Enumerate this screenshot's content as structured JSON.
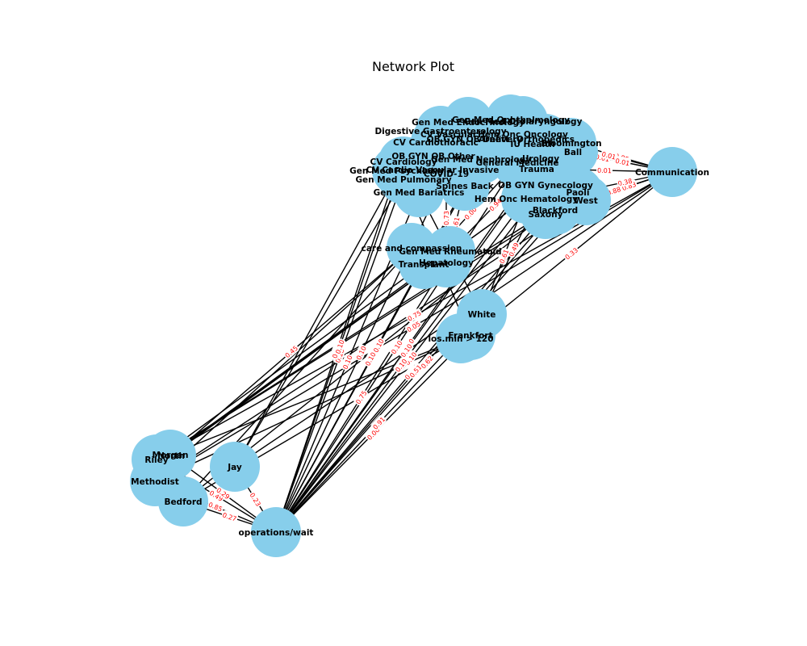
{
  "title": "Network Plot",
  "colors": {
    "node": "#87ceeb",
    "edge": "#000000",
    "edge_label": "#ff0000",
    "node_label": "#000000"
  },
  "nodes": [
    {
      "id": "Communication",
      "label": "Communication",
      "group": "right"
    },
    {
      "id": "operations/wait",
      "label": "operations/wait",
      "group": "bottom"
    },
    {
      "id": "Jay",
      "label": "Jay",
      "group": "bottom"
    },
    {
      "id": "Bedford",
      "label": "Bedford",
      "group": "bottom"
    },
    {
      "id": "Methodist",
      "label": "Methodist",
      "group": "bottom"
    },
    {
      "id": "Riley",
      "label": "Riley",
      "group": "bottom"
    },
    {
      "id": "Morgan",
      "label": "Morgan",
      "group": "bottom"
    },
    {
      "id": "North",
      "label": "North",
      "group": "bottom"
    },
    {
      "id": "White",
      "label": "White",
      "group": "middle"
    },
    {
      "id": "Frankfort",
      "label": "Frankfort",
      "group": "middle"
    },
    {
      "id": "los.min > 120",
      "label": "los.min > 120",
      "group": "middle"
    },
    {
      "id": "care and compassion",
      "label": "care and compassion",
      "group": "middle"
    },
    {
      "id": "Gen Med Rheumatoid",
      "label": "Gen Med Rheumatoid",
      "group": "middle"
    },
    {
      "id": "Transplant",
      "label": "Transplant",
      "group": "middle"
    },
    {
      "id": "Hepatology",
      "label": "Hepatology",
      "group": "middle"
    },
    {
      "id": "Gen Med Bariatrics",
      "label": "Gen Med Bariatrics",
      "group": "top"
    },
    {
      "id": "Gen Med Pulmonary",
      "label": "Gen Med Pulmonary",
      "group": "top"
    },
    {
      "id": "Gen Med Psychiatry",
      "label": "Gen Med Psychiatry",
      "group": "top"
    },
    {
      "id": "CV Cardiology",
      "label": "CV Cardiology",
      "group": "top"
    },
    {
      "id": "CV Cardiothoracic",
      "label": "CV Cardiothoracic",
      "group": "top"
    },
    {
      "id": "OB GYN OB Other",
      "label": "OB GYN OB Other",
      "group": "top"
    },
    {
      "id": "Digestive Gastroenterology",
      "label": "Digestive Gastroenterology",
      "group": "top"
    },
    {
      "id": "COVID-19",
      "label": "COVID-19",
      "group": "top"
    },
    {
      "id": "CV Cardio Vascular Invasive",
      "label": "CV Cardio Vascular Invasive",
      "group": "top"
    },
    {
      "id": "Spines Back",
      "label": "Spines Back",
      "group": "top"
    },
    {
      "id": "Gen Med Nephrology",
      "label": "Gen Med Nephrology",
      "group": "top"
    },
    {
      "id": "Urology",
      "label": "Urology",
      "group": "top"
    },
    {
      "id": "General Medicine",
      "label": "General Medicine",
      "group": "top"
    },
    {
      "id": "Trauma",
      "label": "Trauma",
      "group": "top"
    },
    {
      "id": "OB GYN OB Delivery",
      "label": "OB GYN OB Delivery",
      "group": "top"
    },
    {
      "id": "Orthopedics",
      "label": "Orthopedics",
      "group": "top"
    },
    {
      "id": "Hem Onc Oncology",
      "label": "Hem Onc Oncology",
      "group": "top"
    },
    {
      "id": "Gen Med Endocrinology",
      "label": "Gen Med Endocrinology",
      "group": "top"
    },
    {
      "id": "Gen Med Ophthalmology",
      "label": "Gen Med Ophthalmology",
      "group": "top"
    },
    {
      "id": "Gen Med Otolaryngology",
      "label": "Gen Med Otolaryngology",
      "group": "top"
    },
    {
      "id": "CV Vascular",
      "label": "CV Vascular",
      "group": "top"
    },
    {
      "id": "Arnett",
      "label": "Arnett",
      "group": "top"
    },
    {
      "id": "IU Health",
      "label": "IU Health",
      "group": "top"
    },
    {
      "id": "Bloomington",
      "label": "Bloomington",
      "group": "top"
    },
    {
      "id": "Ball",
      "label": "Ball",
      "group": "top"
    },
    {
      "id": "OB GYN Gynecology",
      "label": "OB GYN Gynecology",
      "group": "top"
    },
    {
      "id": "Hem Onc Hematology",
      "label": "Hem Onc Hematology",
      "group": "top"
    },
    {
      "id": "Paoli",
      "label": "Paoli",
      "group": "top"
    },
    {
      "id": "West",
      "label": "West",
      "group": "top"
    },
    {
      "id": "Blackford",
      "label": "Blackford",
      "group": "top"
    },
    {
      "id": "Saxony",
      "label": "Saxony",
      "group": "top"
    }
  ],
  "edges": [
    {
      "source": "Communication",
      "target": "Bloomington",
      "weight": "0.85"
    },
    {
      "source": "Communication",
      "target": "Ball",
      "weight": "0.01"
    },
    {
      "source": "Communication",
      "target": "IU Health",
      "weight": "0.01"
    },
    {
      "source": "Communication",
      "target": "West",
      "weight": "0.83"
    },
    {
      "source": "Communication",
      "target": "Paoli",
      "weight": "0.38"
    },
    {
      "source": "Communication",
      "target": "Saxony",
      "weight": "0.88"
    },
    {
      "source": "Communication",
      "target": "Blackford",
      "weight": "0.88"
    },
    {
      "source": "Communication",
      "target": "Frankfort",
      "weight": "0.33"
    },
    {
      "source": "Communication",
      "target": "Riley",
      "weight": "0.75"
    },
    {
      "source": "Communication",
      "target": "Methodist",
      "weight": "0.05"
    },
    {
      "source": "Communication",
      "target": "Jay",
      "weight": "0.57"
    },
    {
      "source": "Communication",
      "target": "Trauma",
      "weight": "0.01"
    },
    {
      "source": "Communication",
      "target": "Orthopedics",
      "weight": "0.01"
    },
    {
      "source": "operations/wait",
      "target": "Gen Med Bariatrics",
      "weight": "0.10"
    },
    {
      "source": "operations/wait",
      "target": "Gen Med Pulmonary",
      "weight": "0.10"
    },
    {
      "source": "operations/wait",
      "target": "Gen Med Psychiatry",
      "weight": "0.10"
    },
    {
      "source": "operations/wait",
      "target": "CV Cardiology",
      "weight": "0.10"
    },
    {
      "source": "operations/wait",
      "target": "COVID-19",
      "weight": "0.10"
    },
    {
      "source": "operations/wait",
      "target": "Spines Back",
      "weight": "0.10"
    },
    {
      "source": "operations/wait",
      "target": "Gen Med Nephrology",
      "weight": "0.10"
    },
    {
      "source": "operations/wait",
      "target": "General Medicine",
      "weight": "0.10"
    },
    {
      "source": "operations/wait",
      "target": "Urology",
      "weight": "0.10"
    },
    {
      "source": "operations/wait",
      "target": "Trauma",
      "weight": "0.10"
    },
    {
      "source": "operations/wait",
      "target": "OB GYN Gynecology",
      "weight": "0.10"
    },
    {
      "source": "operations/wait",
      "target": "Hem Onc Hematology",
      "weight": "0.10"
    },
    {
      "source": "operations/wait",
      "target": "Saxony",
      "weight": "0.85"
    },
    {
      "source": "operations/wait",
      "target": "Blackford",
      "weight": "0.51"
    },
    {
      "source": "operations/wait",
      "target": "Frankfort",
      "weight": "0.00"
    },
    {
      "source": "operations/wait",
      "target": "White",
      "weight": "0.91"
    },
    {
      "source": "operations/wait",
      "target": "Bedford",
      "weight": "0.27"
    },
    {
      "source": "operations/wait",
      "target": "Methodist",
      "weight": "0.85"
    },
    {
      "source": "operations/wait",
      "target": "Riley",
      "weight": "0.49"
    },
    {
      "source": "operations/wait",
      "target": "Morgan",
      "weight": "0.29"
    },
    {
      "source": "operations/wait",
      "target": "Jay",
      "weight": "0.23"
    },
    {
      "source": "operations/wait",
      "target": "Hepatology",
      "weight": "0.75"
    },
    {
      "source": "operations/wait",
      "target": "Paoli",
      "weight": "0.62"
    },
    {
      "source": "care and compassion",
      "target": "North",
      "weight": "0.45"
    },
    {
      "source": "care and compassion",
      "target": "Bedford",
      "weight": ""
    },
    {
      "source": "care and compassion",
      "target": "Methodist",
      "weight": ""
    },
    {
      "source": "Gen Med Rheumatoid",
      "target": "Morgan",
      "weight": ""
    },
    {
      "source": "Transplant",
      "target": "Riley",
      "weight": ""
    },
    {
      "source": "los.min > 120",
      "target": "Bedford",
      "weight": ""
    },
    {
      "source": "los.min > 120",
      "target": "Methodist",
      "weight": ""
    },
    {
      "source": "los.min > 120",
      "target": "Morgan",
      "weight": ""
    },
    {
      "source": "Jay",
      "target": "Gen Med Pulmonary",
      "weight": ""
    },
    {
      "source": "Jay",
      "target": "CV Cardiology",
      "weight": ""
    },
    {
      "source": "Morgan",
      "target": "OB GYN Gynecology",
      "weight": ""
    },
    {
      "source": "North",
      "target": "Hem Onc Hematology",
      "weight": ""
    },
    {
      "source": "Bedford",
      "target": "Saxony",
      "weight": ""
    },
    {
      "source": "Methodist",
      "target": "West",
      "weight": ""
    },
    {
      "source": "Riley",
      "target": "Blackford",
      "weight": ""
    },
    {
      "source": "Riley",
      "target": "Paoli",
      "weight": ""
    },
    {
      "source": "White",
      "target": "OB GYN Gynecology",
      "weight": "0.49"
    },
    {
      "source": "White",
      "target": "Hem Onc Hematology",
      "weight": "0.61"
    },
    {
      "source": "White",
      "target": "Gen Med Bariatrics",
      "weight": "0.75"
    },
    {
      "source": "Frankfort",
      "target": "Gen Med Pulmonary",
      "weight": "0.01"
    },
    {
      "source": "Hepatology",
      "target": "Spines Back",
      "weight": "0.61"
    },
    {
      "source": "Hepatology",
      "target": "COVID-19",
      "weight": "0.73"
    },
    {
      "source": "Gen Med Rheumatoid",
      "target": "Urology",
      "weight": "0.94"
    },
    {
      "source": "Transplant",
      "target": "General Medicine",
      "weight": "0.00"
    }
  ]
}
